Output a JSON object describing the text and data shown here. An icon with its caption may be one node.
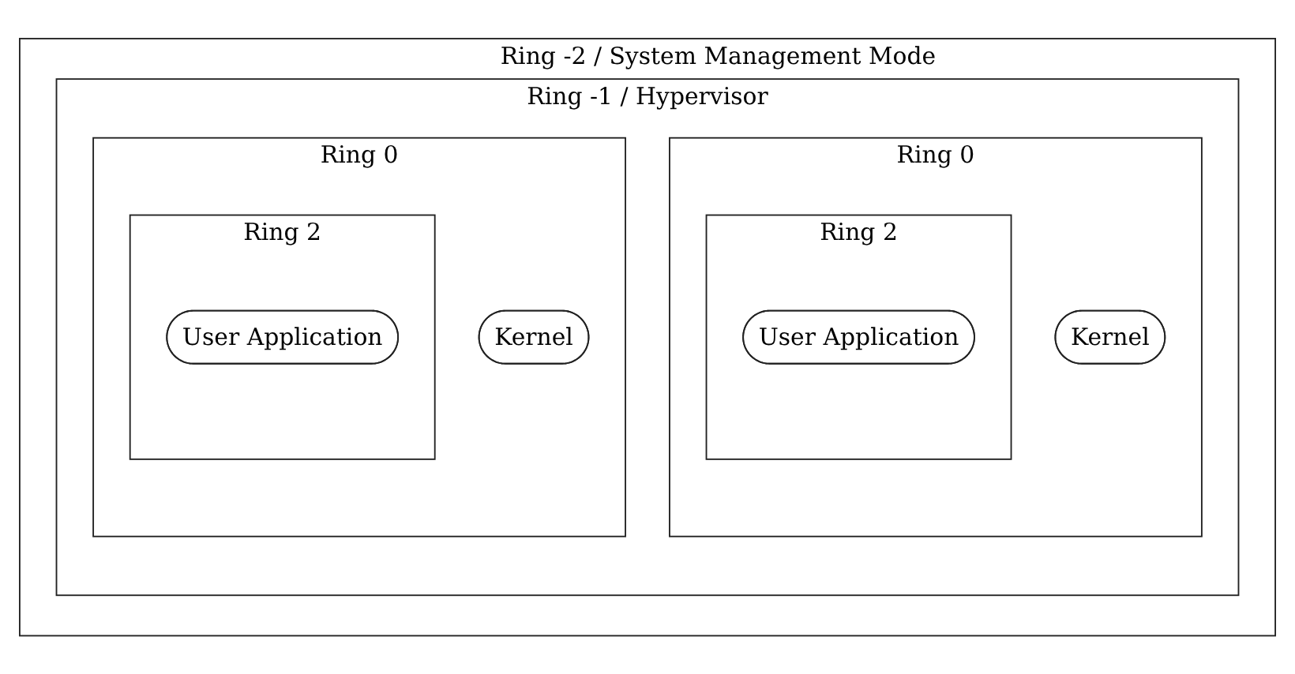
{
  "diagram": {
    "nodes": [
      {
        "text": [
          "Ring -2 / System Management Mode"
        ]
      },
      {
        "text": [
          "Ring -1 / Hypervisor"
        ],
        "in": 0
      },
      {
        "text": [
          "Ring 0"
        ],
        "in": 1
      },
      {
        "text": [
          "Ring 2"
        ],
        "in": 2
      },
      {
        "text": [
          "User Application"
        ],
        "in": 3
      },
      {
        "text": [
          "Kernel"
        ],
        "in": 2
      },
      {
        "text": [
          "Ring 0"
        ],
        "in": 1
      },
      {
        "text": [
          "Ring 2"
        ],
        "in": 6
      },
      {
        "text": [
          "User Application"
        ],
        "in": 7
      },
      {
        "text": [
          "Kernel"
        ],
        "in": 6
      }
    ]
  }
}
